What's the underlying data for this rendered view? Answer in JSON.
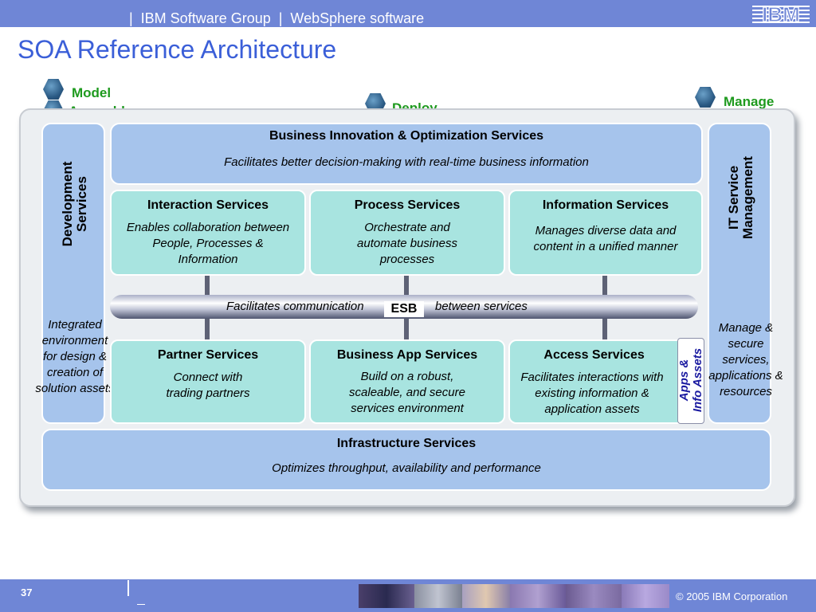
{
  "header": {
    "text": "|  IBM Software Group  |  WebSphere software",
    "logo_text": "IBM"
  },
  "title": "SOA Reference Architecture",
  "lifecycle": {
    "model": "Model",
    "assemble": "Assemble",
    "deploy": "Deploy",
    "manage": "Manage"
  },
  "business_innovation": {
    "title": "Business Innovation & Optimization Services",
    "desc": "Facilitates better decision-making with real-time business information"
  },
  "development": {
    "title": "Development\nServices",
    "desc": "Integrated environment for design & creation of solution assets"
  },
  "it_service": {
    "title": "IT Service\nManagement",
    "desc": "Manage & secure services, applications & resources"
  },
  "interaction": {
    "title": "Interaction Services",
    "desc": "Enables collaboration between People, Processes & Information"
  },
  "process": {
    "title": "Process Services",
    "desc": "Orchestrate and automate business processes"
  },
  "information": {
    "title": "Information Services",
    "desc": "Manages diverse data and content in a unified manner"
  },
  "esb": {
    "label": "ESB",
    "desc_left": "Facilitates communication",
    "desc_right": "between services"
  },
  "partner": {
    "title": "Partner Services",
    "desc": "Connect with trading partners"
  },
  "business_app": {
    "title": "Business App Services",
    "desc": "Build on a robust, scaleable, and secure services environment"
  },
  "access": {
    "title": "Access Services",
    "desc": "Facilitates interactions with existing information & application assets"
  },
  "apps_assets": {
    "label": "Apps &\nInfo Assets"
  },
  "infrastructure": {
    "title": "Infrastructure Services",
    "desc": "Optimizes throughput, availability and performance"
  },
  "footer": {
    "page_number": "37",
    "copyright": "© 2005 IBM Corporation"
  },
  "colors": {
    "header_bar": "#6f86d6",
    "title": "#3b5fd8",
    "lifecycle_label": "#1e9a1e",
    "light_blue_box": "#a6c4ec",
    "teal_box": "#a8e4e0"
  }
}
